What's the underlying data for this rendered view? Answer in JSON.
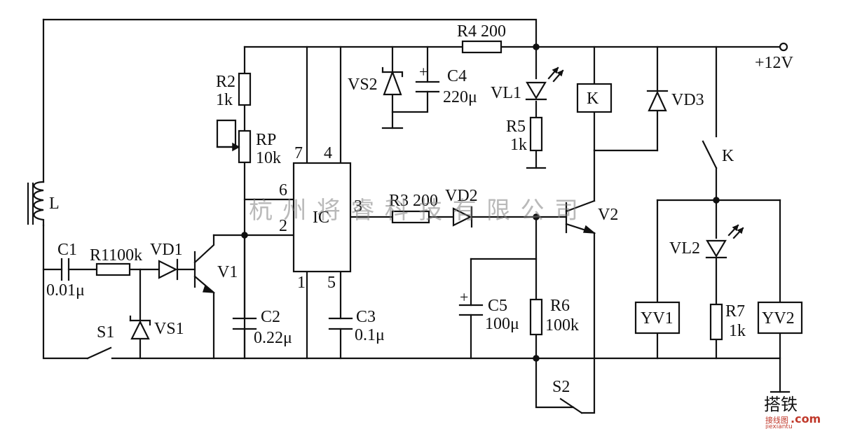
{
  "labels": {
    "r4": "R4 200",
    "supply": "+12V",
    "r2": "R2",
    "r2_val": "1k",
    "rp": "RP",
    "rp_val": "10k",
    "vs2": "VS2",
    "c4": "C4",
    "c4_val": "220μ",
    "c4_plus": "+",
    "vl1": "VL1",
    "r5": "R5",
    "r5_val": "1k",
    "k_coil": "K",
    "vd3": "VD3",
    "k_switch": "K",
    "l": "L",
    "pin7": "7",
    "pin4": "4",
    "pin6": "6",
    "pin2": "2",
    "pin3": "3",
    "pin1": "1",
    "pin5": "5",
    "ic": "IC",
    "r3": "R3 200",
    "vd2": "VD2",
    "v2": "V2",
    "c1": "C1",
    "c1_val": "0.01μ",
    "r1": "R1100k",
    "vd1": "VD1",
    "v1": "V1",
    "c2": "C2",
    "c2_val": "0.22μ",
    "c3": "C3",
    "c3_val": "0.1μ",
    "c5": "C5",
    "c5_val": "100μ",
    "c5_plus": "+",
    "r6": "R6",
    "r6_val": "100k",
    "s1": "S1",
    "vs1": "VS1",
    "vl2": "VL2",
    "yv1": "YV1",
    "r7": "R7",
    "r7_val": "1k",
    "yv2": "YV2",
    "s2": "S2",
    "ground": "搭铁"
  },
  "watermark": "杭州将睿科技有限公司",
  "corner_mark": {
    "logo": "接线图",
    "site": "jiexiantu",
    "com": ".com"
  }
}
